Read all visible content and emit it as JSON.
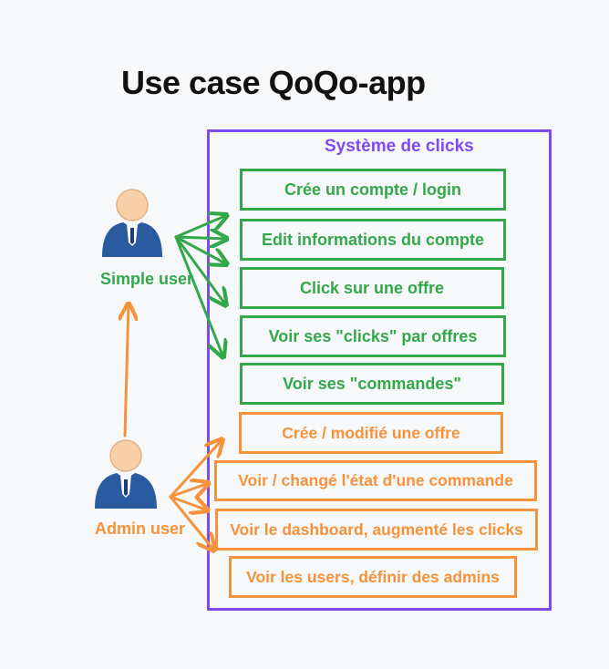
{
  "title": "Use case QoQo-app",
  "system": {
    "title": "Système de clicks",
    "color": "#7e4bf0"
  },
  "actors": {
    "simple_user": {
      "label": "Simple user",
      "color": "#33a84a"
    },
    "admin_user": {
      "label": "Admin user",
      "color": "#f6923a"
    }
  },
  "use_cases": {
    "user": [
      "Crée un compte / login",
      "Edit informations du compte",
      "Click sur une offre",
      "Voir ses \"clicks\" par offres",
      "Voir ses \"commandes\""
    ],
    "admin": [
      "Crée / modifié une offre",
      "Voir / changé l'état d'une commande",
      "Voir le dashboard, augmenté les clicks",
      "Voir les users, définir des admins"
    ]
  }
}
